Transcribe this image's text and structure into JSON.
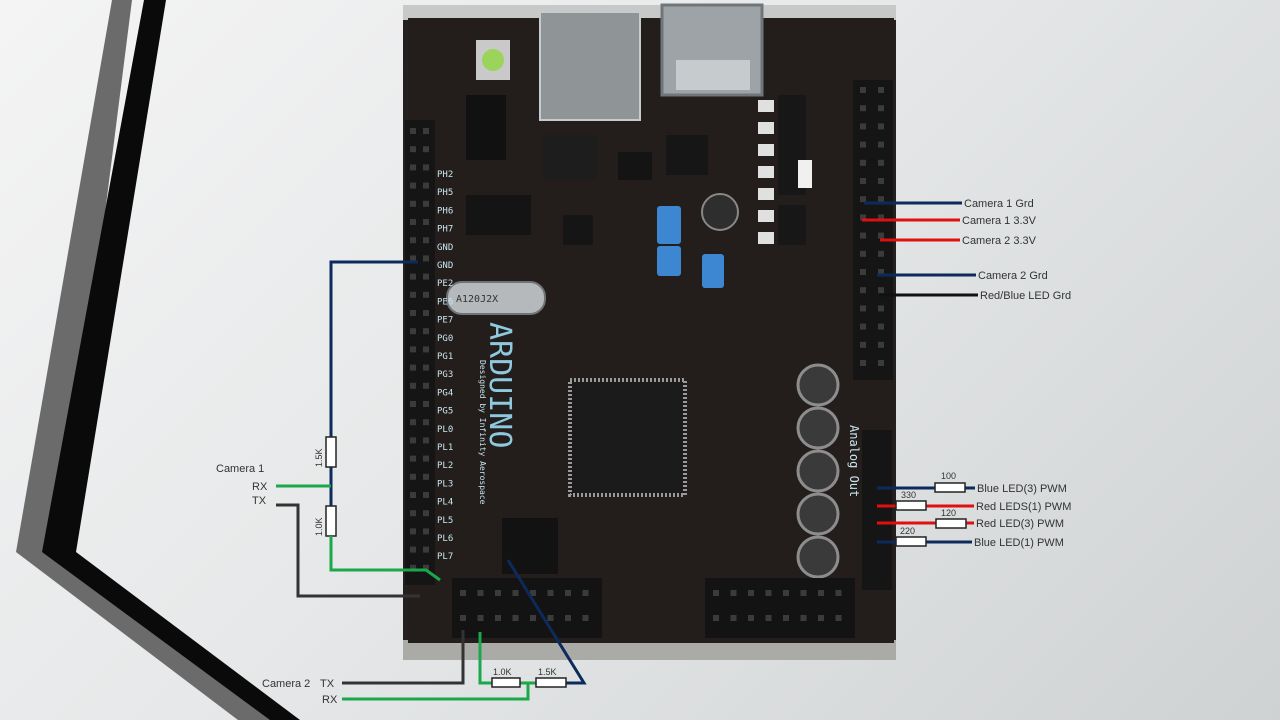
{
  "camera1": {
    "title": "Camera 1",
    "rx": "RX",
    "tx": "TX",
    "resistor_top": "1.5K",
    "resistor_bottom": "1.0K"
  },
  "camera2": {
    "label": "Camera 2",
    "tx": "TX",
    "rx": "RX",
    "resistor_left": "1.0K",
    "resistor_right": "1.5K"
  },
  "power_labels": {
    "cam1_grd": "Camera 1 Grd",
    "cam1_33v": "Camera 1 3.3V",
    "cam2_33v": "Camera 2 3.3V",
    "cam2_grd": "Camera 2 Grd",
    "led_grd": "Red/Blue LED Grd"
  },
  "pwm_labels": {
    "blue3": "Blue LED(3) PWM",
    "red5": "Red LEDS(1) PWM",
    "red3": "Red LED(3) PWM",
    "blue1": "Blue LED(1) PWM"
  },
  "pwm_resistors": {
    "r100": "100",
    "r330": "330",
    "r120": "120",
    "r220": "220"
  },
  "board": {
    "name": "ARDUINO",
    "designed_by": "Designed by Infinity Aerospace",
    "crystal": "A120J2X",
    "analog_out": "Analog Out",
    "pins_left": [
      "PH2",
      "PH5",
      "PH6",
      "PH7",
      "GND",
      "GND",
      "PE2",
      "PE6",
      "PE7",
      "PG0",
      "PG1",
      "PG3",
      "PG4",
      "PG5",
      "PL0",
      "PL1",
      "PL2",
      "PL3",
      "PL4",
      "PL5",
      "PL6",
      "PL7"
    ]
  },
  "colors": {
    "navy": "#0d2a5c",
    "red": "#e01010",
    "green": "#1aa84a",
    "dark": "#333333",
    "black": "#111111"
  }
}
